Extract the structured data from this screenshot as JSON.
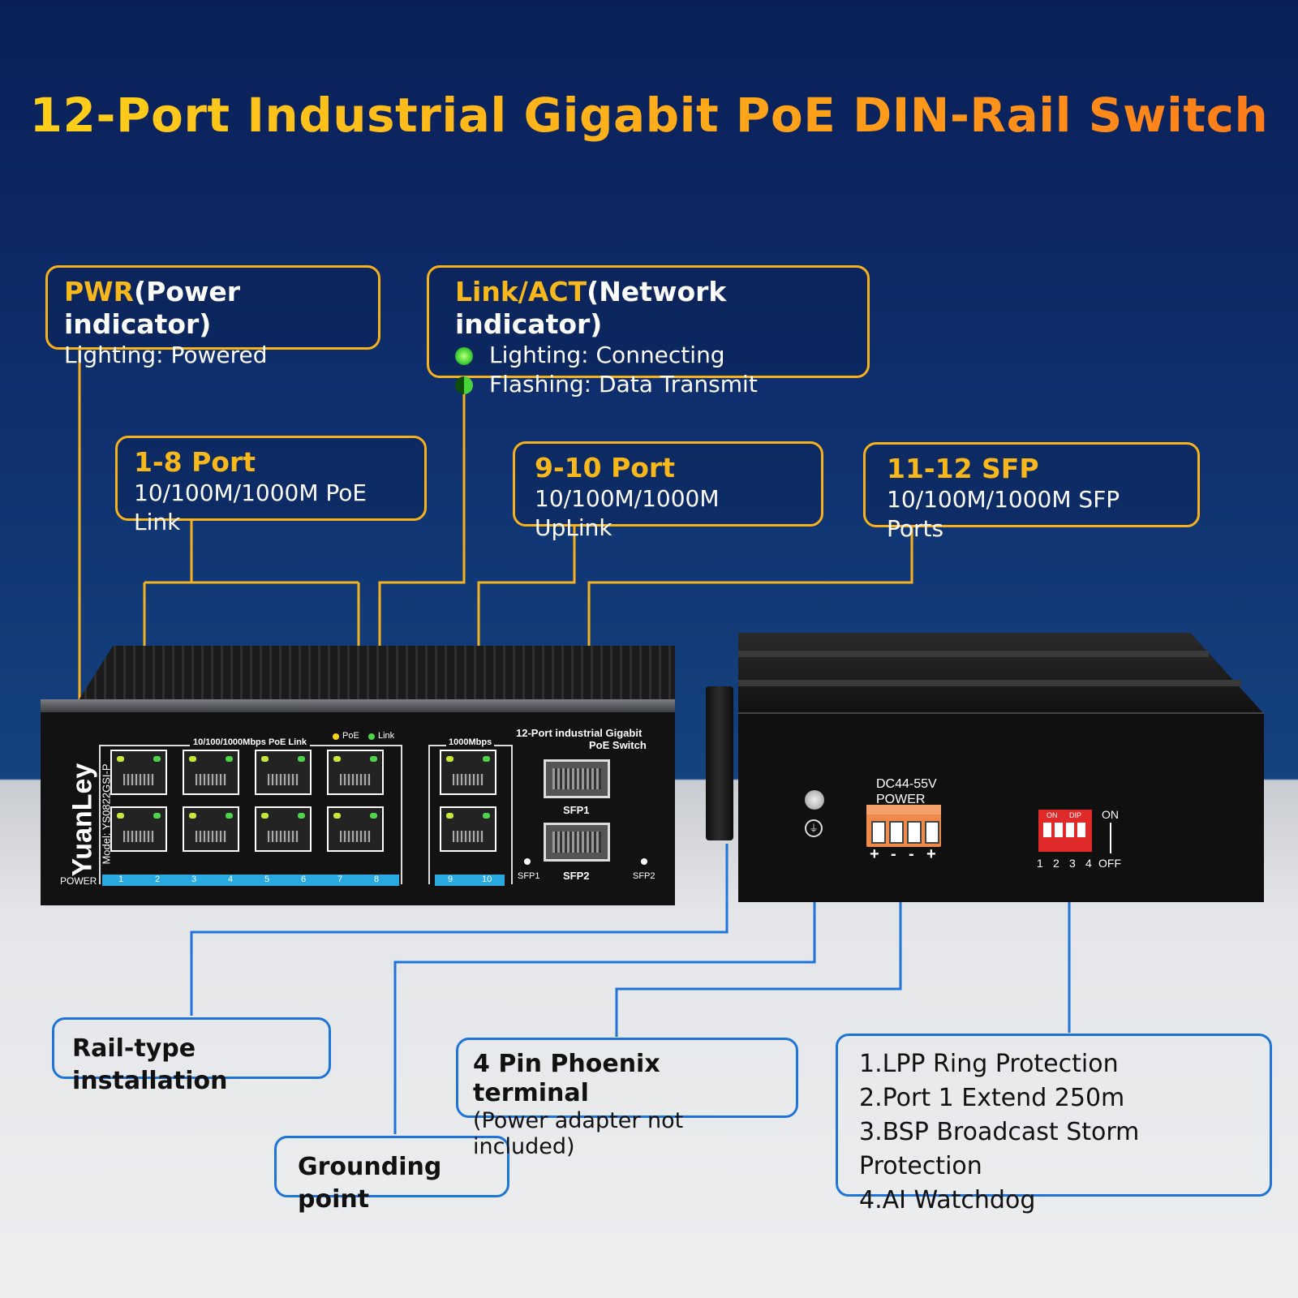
{
  "title": "12-Port Industrial Gigabit PoE DIN-Rail Switch",
  "callouts": {
    "pwr": {
      "title_highlight": "PWR",
      "title_rest": "(Power indicator)",
      "line1": "Lighting: Powered"
    },
    "link": {
      "title_highlight": "Link/ACT",
      "title_rest": "(Network indicator)",
      "line1": "Lighting: Connecting",
      "line2": "Flashing: Data Transmit"
    },
    "ports18": {
      "title": "1-8 Port",
      "desc": "10/100M/1000M PoE Link"
    },
    "ports910": {
      "title": "9-10 Port",
      "desc": "10/100M/1000M UpLink"
    },
    "sfp1112": {
      "title": "11-12 SFP",
      "desc": "10/100M/1000M SFP Ports"
    },
    "rail": {
      "title": "Rail-type installation"
    },
    "phoenix": {
      "title": "4 Pin Phoenix terminal",
      "desc": "(Power adapter not included)"
    },
    "grounding": {
      "title": "Grounding point"
    },
    "dip": {
      "items": [
        "1.LPP Ring Protection",
        "2.Port 1 Extend 250m",
        "3.BSP Broadcast Storm Protection",
        "4.AI Watchdog"
      ]
    }
  },
  "device": {
    "brand": "YuanLey",
    "model": "Model: YS0822GSI-P",
    "power_label": "POWER",
    "poe_group_label": "10/100/1000Mbps PoE Link",
    "poe_legend": "PoE",
    "link_legend": "Link",
    "uplink_group_label": "1000Mbps",
    "product_name_line1": "12-Port industrial Gigabit",
    "product_name_line2": "PoE Switch",
    "sfp1_label": "SFP1",
    "sfp2_label": "SFP2",
    "sfp1_led_label": "SFP1",
    "sfp2_led_label": "SFP2",
    "port_numbers": [
      "1",
      "2",
      "3",
      "4",
      "5",
      "6",
      "7",
      "8"
    ],
    "uplink_numbers": [
      "9",
      "10"
    ],
    "dc_label_line1": "DC44-55V",
    "dc_label_line2": "POWER",
    "terminal_polarity": [
      "+",
      "-",
      "-",
      "+"
    ],
    "dip_header_on": "ON",
    "dip_header_dip": "DIP",
    "dip_numbers": [
      "1",
      "2",
      "3",
      "4"
    ],
    "dip_on_label": "ON",
    "dip_off_label": "OFF"
  },
  "colors": {
    "accent_orange": "#f6b21c",
    "accent_blue": "#1e74d8",
    "led_green": "#45d43a"
  }
}
